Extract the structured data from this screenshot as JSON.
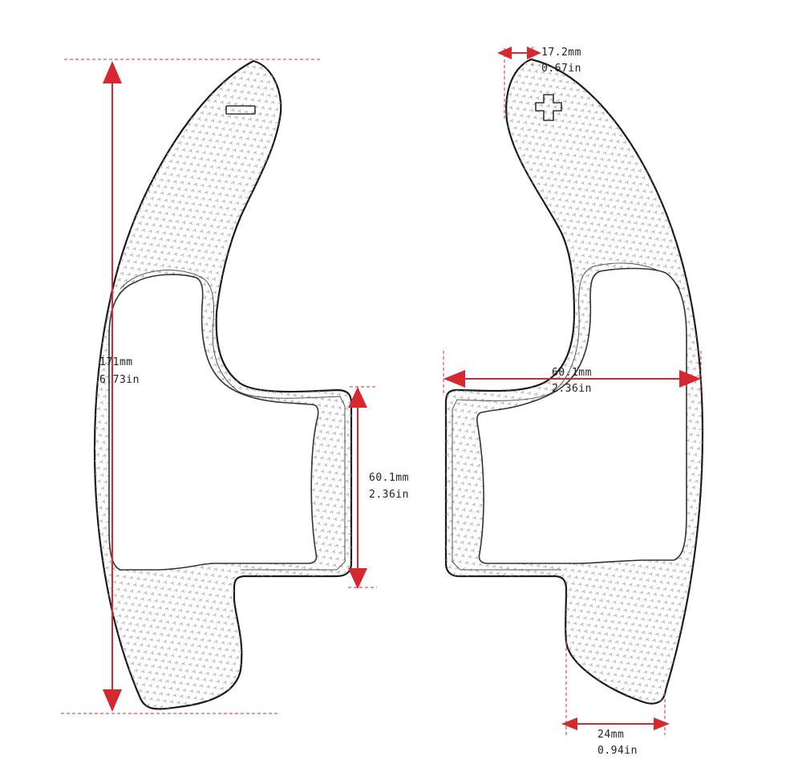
{
  "dimensions": {
    "height": {
      "mm": "171mm",
      "in": "6.73in"
    },
    "inner_height": {
      "mm": "60.1mm",
      "in": "2.36in"
    },
    "width": {
      "mm": "60.1mm",
      "in": "2.36in"
    },
    "tip_width": {
      "mm": "17.2mm",
      "in": "0.67in"
    },
    "bottom_width": {
      "mm": "24mm",
      "in": "0.94in"
    }
  },
  "colors": {
    "dimension": "#d6282f",
    "outline": "#1a1a1a",
    "background": "#ffffff"
  },
  "icons": {
    "left_paddle_sign": "minus-icon",
    "right_paddle_sign": "plus-icon"
  }
}
